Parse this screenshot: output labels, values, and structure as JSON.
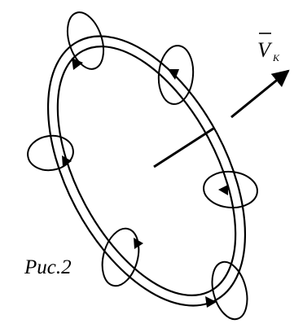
{
  "figure": {
    "caption": "Рис.2",
    "vector_label": "V",
    "vector_subscript": "K"
  }
}
